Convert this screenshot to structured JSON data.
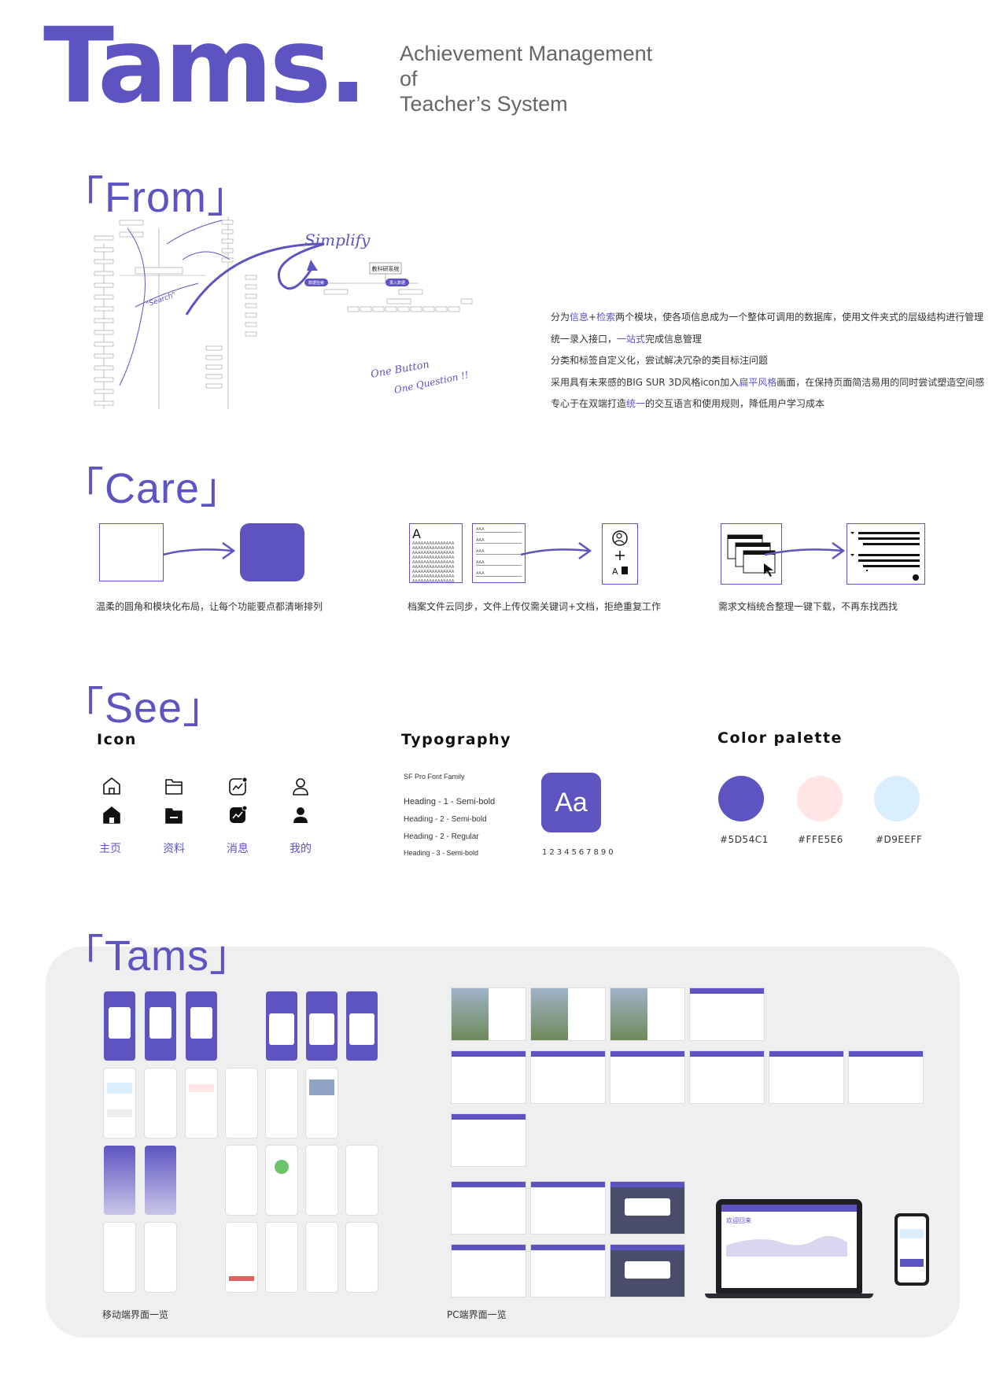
{
  "header": {
    "logo": "Tams.",
    "subtitle_line1": "Achievement Management",
    "subtitle_line2": "of",
    "subtitle_line3": "Teacher’s System"
  },
  "sections": {
    "from": "「From」",
    "care": "「Care」",
    "see": "「See」",
    "tams": "「Tams」"
  },
  "from": {
    "mindmap_annotations": {
      "simplify": "Simplify",
      "search": "\"Search\"",
      "one_button": "One Button",
      "one_question": "One Question !!",
      "root_node": "教科研系统",
      "left_pill": "数据检索",
      "right_pill": "录入数据"
    },
    "lines": [
      {
        "pre": "分为",
        "h1": "信息",
        "mid": "+",
        "h2": "检索",
        "post": "两个模块，使各项信息成为一个整体可调用的数据库，使用文件夹式的层级结构进行管理"
      },
      {
        "pre": "统一录入接口，",
        "h1": "一站式",
        "mid": "",
        "h2": "",
        "post": "完成信息管理"
      },
      {
        "pre": "分类和标签自定义化，尝试解决冗杂的类目标注问题",
        "h1": "",
        "mid": "",
        "h2": "",
        "post": ""
      },
      {
        "pre": "采用具有未来感的BIG SUR 3D风格icon加入",
        "h1": "扁平风格",
        "mid": "",
        "h2": "",
        "post": "画面，在保持页面简洁易用的同时尝试塑造空间感"
      },
      {
        "pre": "专心于在双端打造",
        "h1": "统一",
        "mid": "",
        "h2": "",
        "post": "的交互语言和使用规则，降低用户学习成本"
      }
    ]
  },
  "care": {
    "caption1": "温柔的圆角和模块化布局，让每个功能要点都清晰排列",
    "caption2": "档案文件云同步，文件上传仅需关键词+文档，拒绝重复工作",
    "caption3": "需求文档统合整理一键下载，不再东找西找",
    "doc_letter": "A",
    "doc_line": "AAAAAAAAAAAAAAA",
    "list_line": "AAA"
  },
  "see": {
    "icon_head": "Icon",
    "typo_head": "Typography",
    "color_head": "Color palette",
    "icons": [
      {
        "label": "主页",
        "icon": "home-icon"
      },
      {
        "label": "资料",
        "icon": "folder-icon"
      },
      {
        "label": "消息",
        "icon": "message-icon"
      },
      {
        "label": "我的",
        "icon": "user-icon"
      }
    ],
    "typography": {
      "family": "SF Pro Font Family",
      "h1": "Heading - 1 - Semi-bold",
      "h2": "Heading - 2 - Semi-bold",
      "h2r": "Heading - 2 - Regular",
      "h3": "Heading - 3 - Semi-bold",
      "sample": "Aa",
      "digits": "1234567890"
    },
    "colors": [
      {
        "hex": "#5D54C1",
        "label": "#5D54C1"
      },
      {
        "hex": "#FFE5E6",
        "label": "#FFE5E6"
      },
      {
        "hex": "#D9EEFF",
        "label": "#D9EEFF"
      }
    ]
  },
  "gallery": {
    "mobile_caption": "移动端界面一览",
    "pc_caption": "PC端界面一览",
    "welcome": "欢迎回来"
  }
}
